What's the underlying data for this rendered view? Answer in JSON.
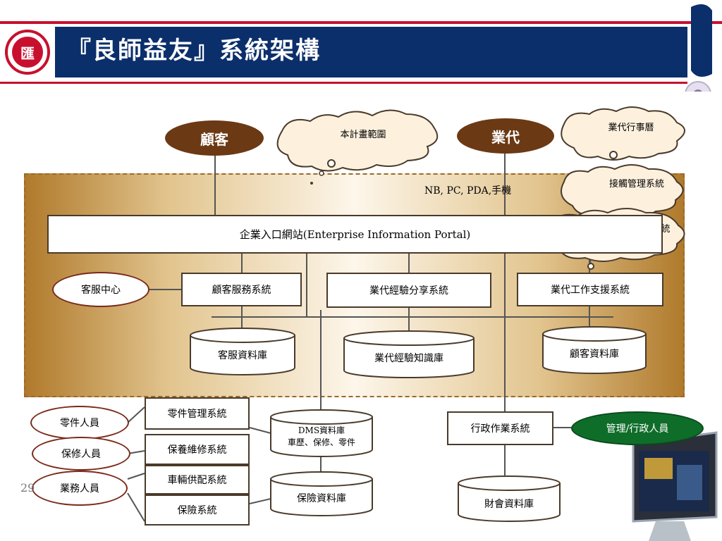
{
  "header": {
    "title": "『良師益友』系統架構",
    "logo_text": "匯"
  },
  "page_number": "29",
  "top_nodes": {
    "customer": "顧客",
    "agent": "業代"
  },
  "clouds": {
    "scope": "本計畫範圍",
    "agent_calendar": "業代行事曆",
    "contact_mgmt": "接觸管理系統",
    "agent_automation": "業代作業自動化系統"
  },
  "devices_label": "NB, PC, PDA,手機",
  "portal": "企業入口網站(Enterprise Information Portal)",
  "call_center": "客服中心",
  "systems": {
    "customer_service": "顧客服務系統",
    "agent_experience": "業代經驗分享系統",
    "agent_support": "業代工作支援系統"
  },
  "databases": {
    "cs_db": "客服資料庫",
    "agent_knowledge": "業代經驗知識庫",
    "customer_db": "顧客資料庫",
    "dms_line1": "DMS資料庫",
    "dms_line2": "車歷、保修、零件",
    "insurance_db": "保險資料庫",
    "finance_db": "財會資料庫"
  },
  "people": {
    "parts": "零件人員",
    "maintenance": "保修人員",
    "sales": "業務人員",
    "admin": "管理/行政人員"
  },
  "bottom_systems": {
    "parts_mgmt": "零件管理系統",
    "maintenance": "保養維修系統",
    "vehicle_supply": "車輛供配系統",
    "insurance": "保險系統",
    "admin_ops": "行政作業系統"
  },
  "colors": {
    "banner_blue": "#0b2f6b",
    "banner_red": "#c8102e",
    "node_brown": "#6b3914",
    "green": "#0f6d2a"
  }
}
